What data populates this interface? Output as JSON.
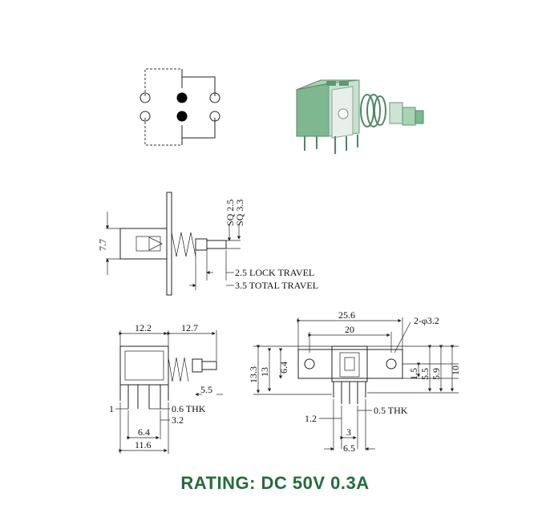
{
  "rating": "RATING: DC 50V 0.3A",
  "colors": {
    "rating": "#1f6f3a",
    "body_green": "#7fb890",
    "body_dark": "#4e8a62"
  },
  "side_view": {
    "height": "7.7",
    "sq1": "SQ 2.5",
    "sq2": "SQ 3.3",
    "lock_travel": "2.5 LOCK TRAVEL",
    "total_travel": "3.5 TOTAL TRAVEL"
  },
  "front_view": {
    "w1": "12.2",
    "w2": "12.7",
    "stem": "5.5",
    "pin_left": "1",
    "thk": "0.6 THK",
    "gap": "3.2",
    "span": "6.4",
    "total": "11.6"
  },
  "top_view": {
    "overall": "25.6",
    "holes": "20",
    "hole_dia": "2-φ3.2",
    "h1": "13.3",
    "h2": "13",
    "h3": "6.4",
    "r1": "1.5",
    "r2": "5.5",
    "r3": "5.9",
    "r4": "10",
    "pin": "1.2",
    "thk": "0.5 THK",
    "p1": "3",
    "p2": "6.5"
  }
}
